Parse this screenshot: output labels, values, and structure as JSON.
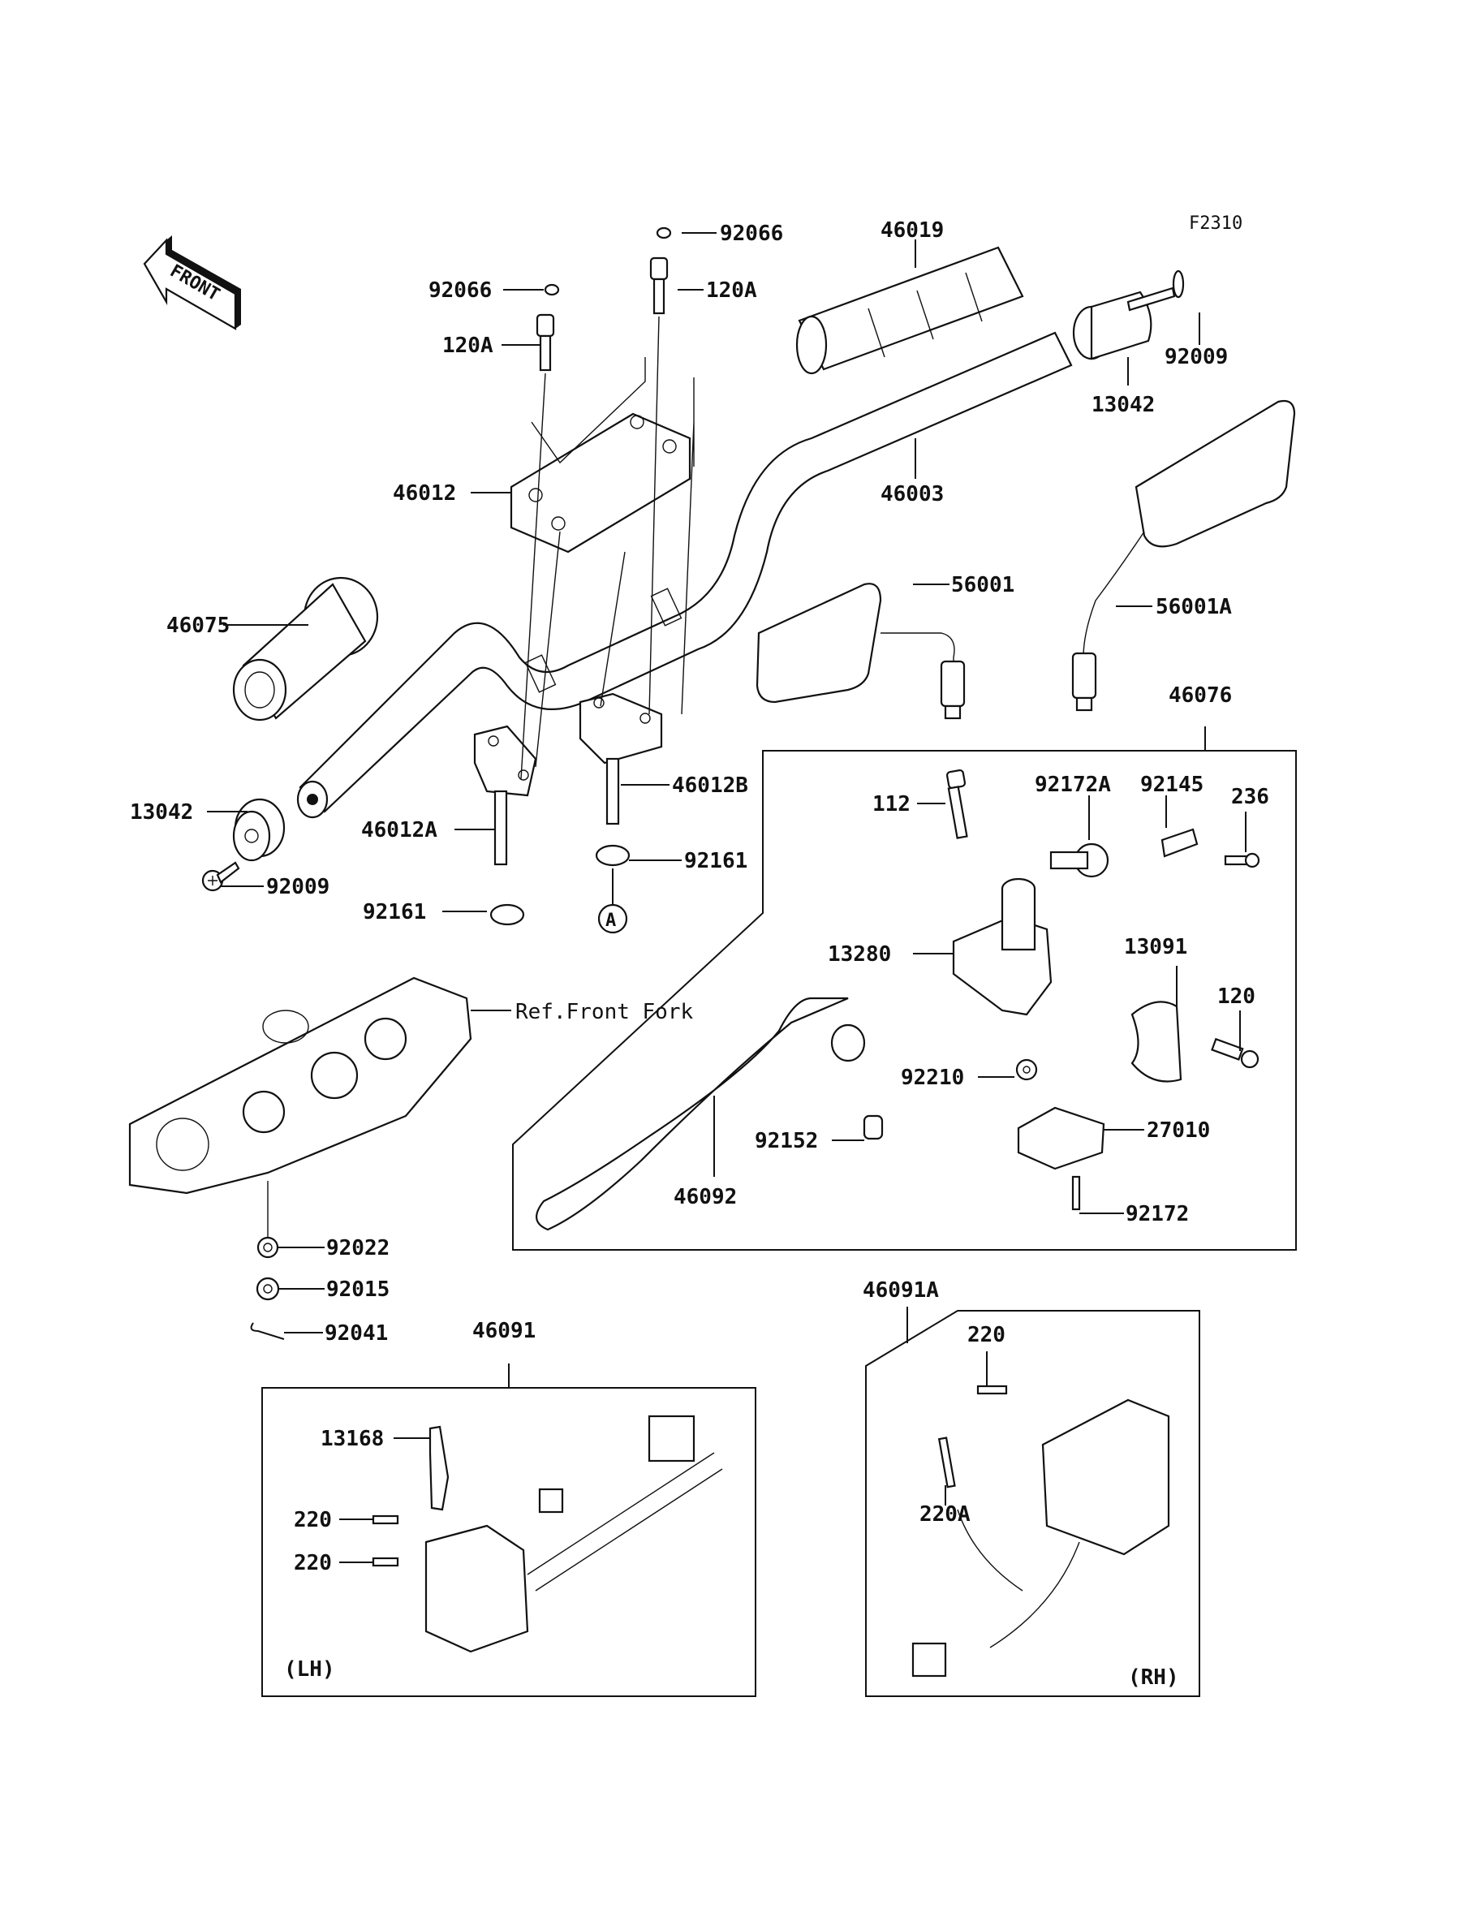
{
  "diagram": {
    "figure_id": "F2310",
    "front_label": "FRONT",
    "ref_note": "Ref.Front Fork",
    "circle_ref": "A",
    "lh_label": "(LH)",
    "rh_label": "(RH)"
  },
  "parts": {
    "p92066a": "92066",
    "p92066b": "92066",
    "p120Aa": "120A",
    "p120Ab": "120A",
    "p46019": "46019",
    "p92009a": "92009",
    "p13042a": "13042",
    "p46012": "46012",
    "p46003": "46003",
    "p46075": "46075",
    "p56001": "56001",
    "p56001A": "56001A",
    "p46076": "46076",
    "p13042b": "13042",
    "p92009b": "92009",
    "p46012A": "46012A",
    "p46012B": "46012B",
    "p92161a": "92161",
    "p92161b": "92161",
    "p112": "112",
    "p92172A": "92172A",
    "p92145": "92145",
    "p236": "236",
    "p13280": "13280",
    "p13091": "13091",
    "p120": "120",
    "p92210": "92210",
    "p92152": "92152",
    "p27010": "27010",
    "p46092": "46092",
    "p92172": "92172",
    "p92022": "92022",
    "p92015": "92015",
    "p92041": "92041",
    "p46091": "46091",
    "p46091A": "46091A",
    "p13168": "13168",
    "p220a": "220",
    "p220b": "220",
    "p220c": "220",
    "p220A": "220A"
  }
}
